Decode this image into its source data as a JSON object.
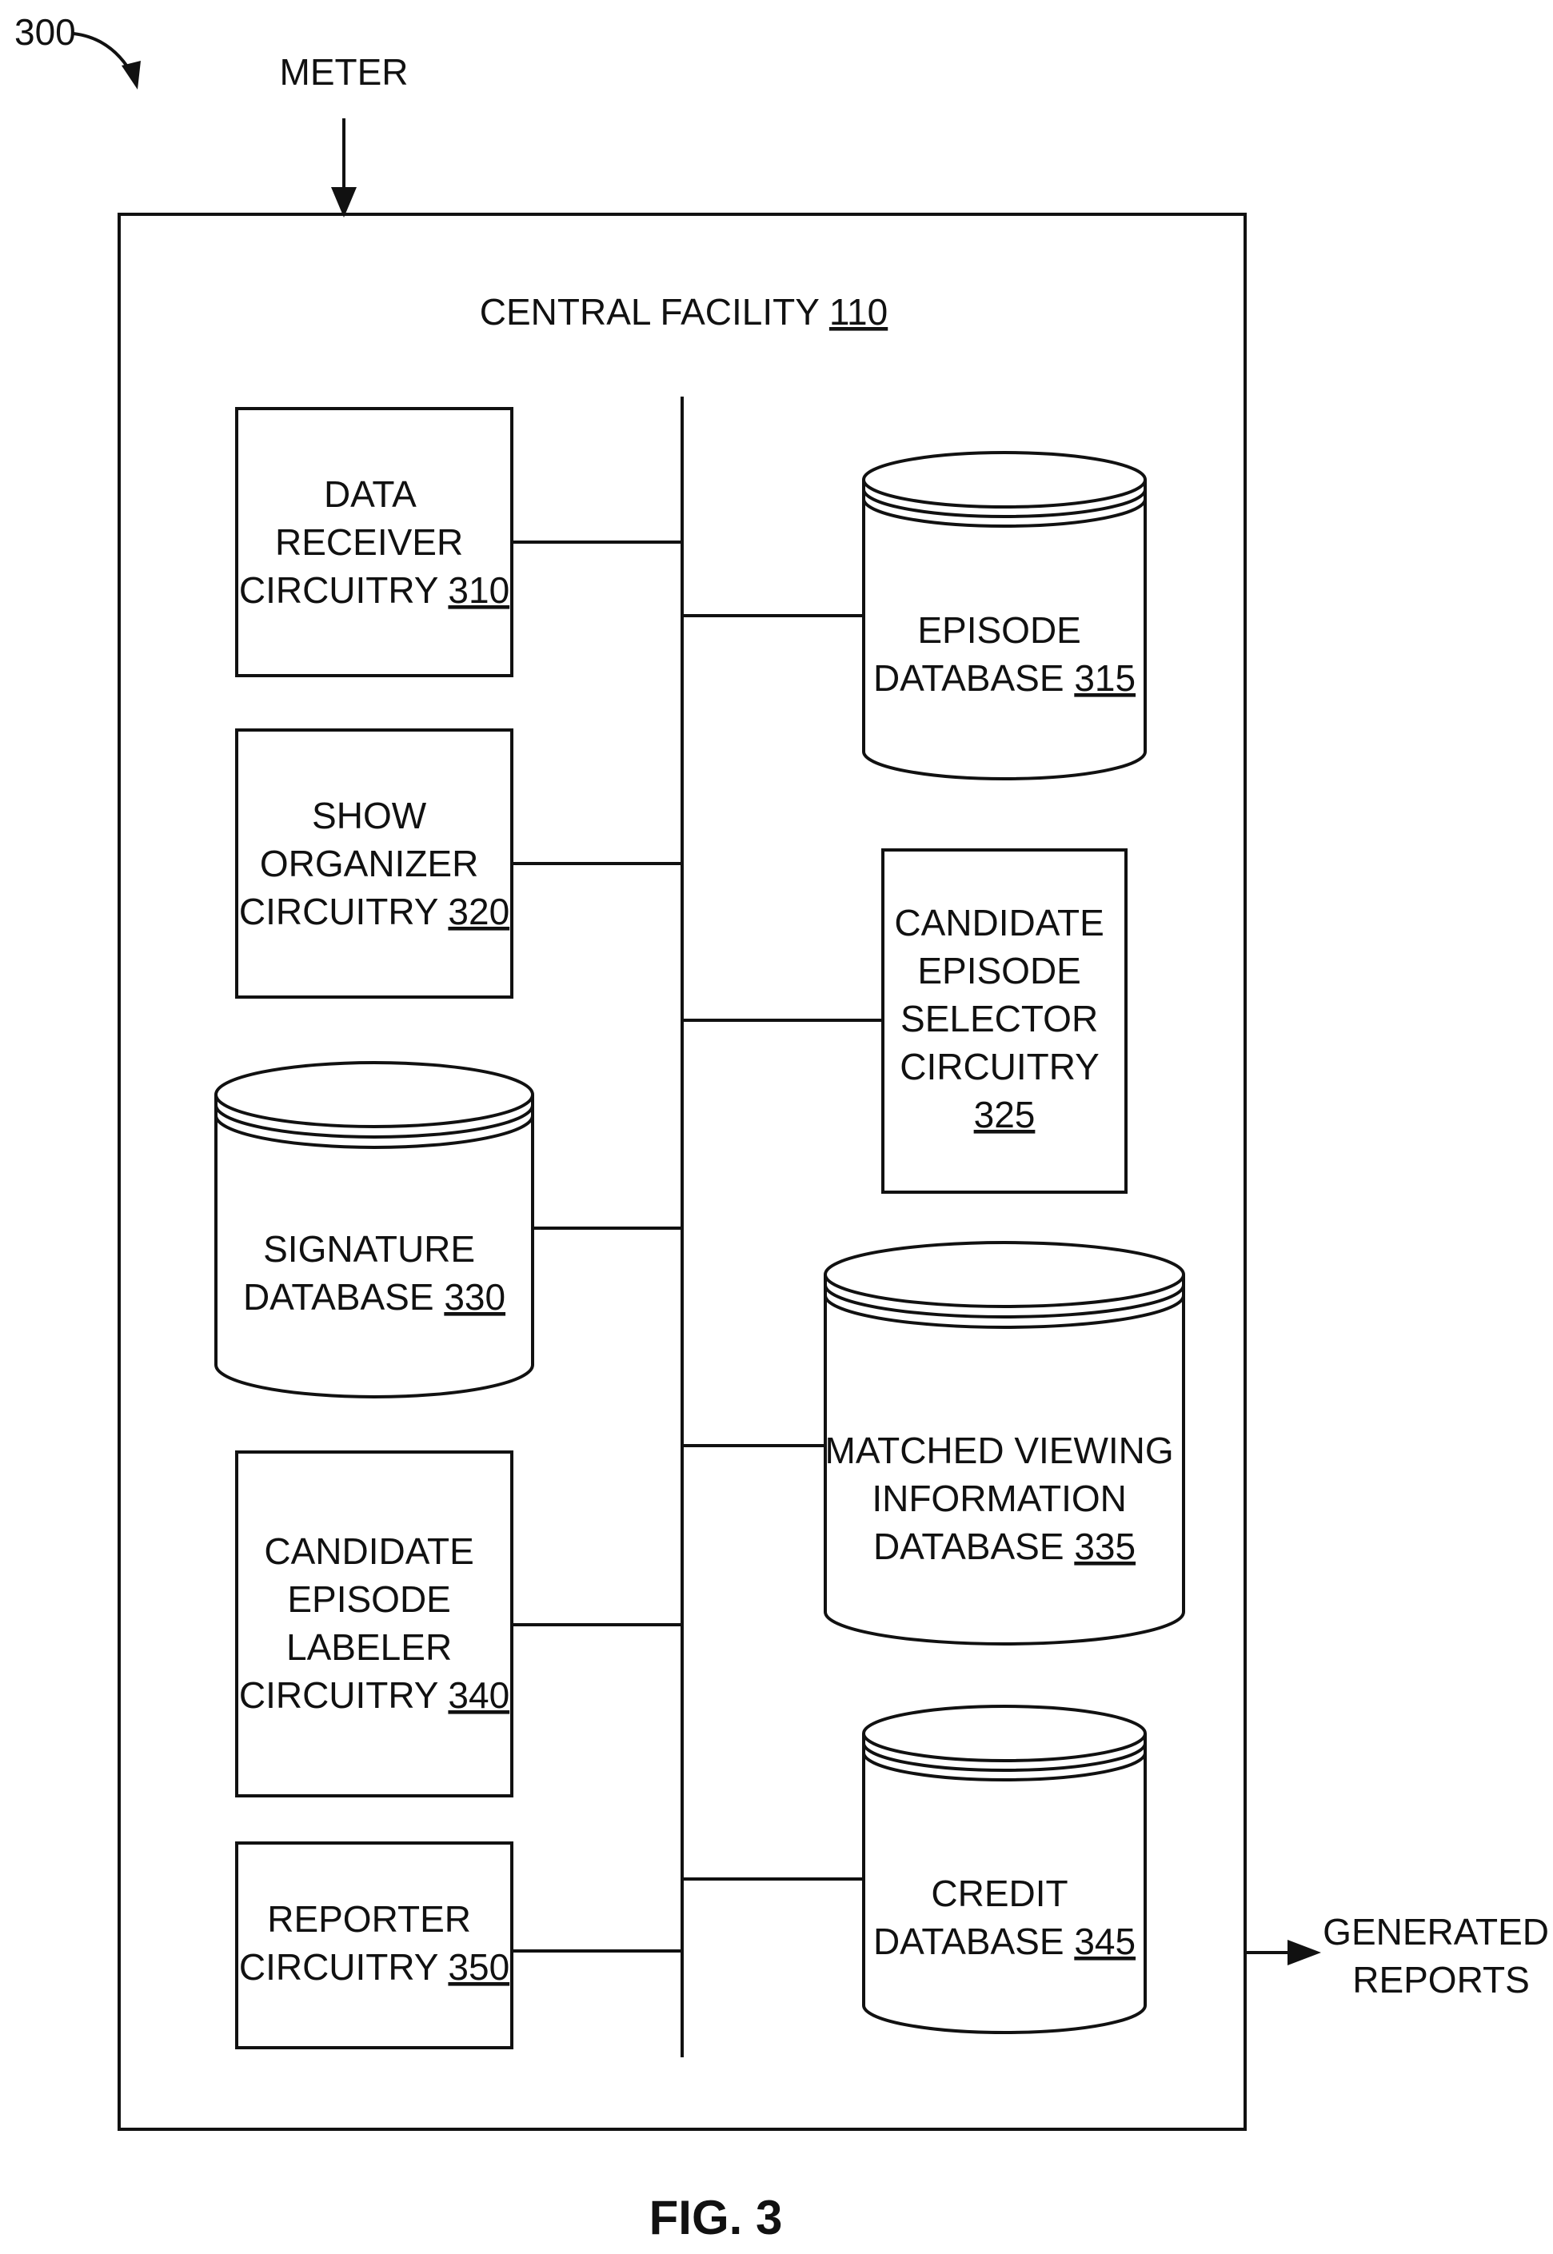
{
  "diagram_ref": "300",
  "input": {
    "label": "METER"
  },
  "facility": {
    "title": "CENTRAL FACILITY",
    "ref": "110"
  },
  "components": {
    "data_receiver": {
      "lines": [
        "DATA",
        "RECEIVER",
        "CIRCUITRY"
      ],
      "ref": "310"
    },
    "episode_db": {
      "lines": [
        "EPISODE",
        "DATABASE"
      ],
      "ref": "315"
    },
    "show_organizer": {
      "lines": [
        "SHOW",
        "ORGANIZER",
        "CIRCUITRY"
      ],
      "ref": "320"
    },
    "candidate_selector": {
      "lines": [
        "CANDIDATE",
        "EPISODE",
        "SELECTOR",
        "CIRCUITRY"
      ],
      "ref": "325"
    },
    "signature_db": {
      "lines": [
        "SIGNATURE",
        "DATABASE"
      ],
      "ref": "330"
    },
    "matched_viewing_db": {
      "lines": [
        "MATCHED VIEWING",
        "INFORMATION",
        "DATABASE"
      ],
      "ref": "335"
    },
    "candidate_labeler": {
      "lines": [
        "CANDIDATE",
        "EPISODE",
        "LABELER",
        "CIRCUITRY"
      ],
      "ref": "340"
    },
    "credit_db": {
      "lines": [
        "CREDIT",
        "DATABASE"
      ],
      "ref": "345"
    },
    "reporter": {
      "lines": [
        "REPORTER",
        "CIRCUITRY"
      ],
      "ref": "350"
    }
  },
  "output": {
    "lines": [
      "GENERATED",
      "REPORTS"
    ]
  },
  "figure_label": "FIG. 3"
}
